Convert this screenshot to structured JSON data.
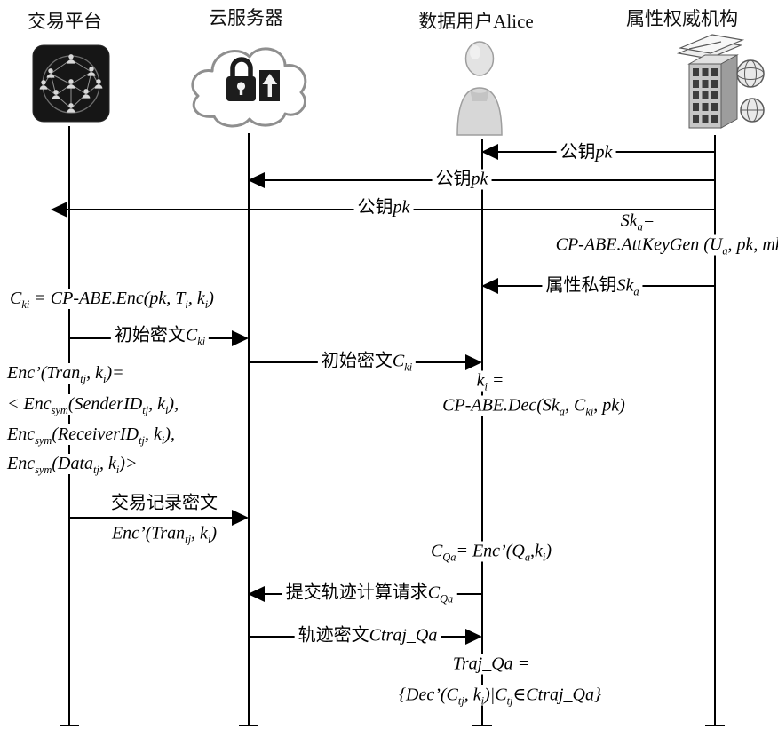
{
  "diagram": {
    "background": "#ffffff",
    "line_color": "#000000"
  },
  "actors": [
    {
      "name": "trading-platform",
      "label": "交易平台"
    },
    {
      "name": "cloud-server",
      "label": "云服务器"
    },
    {
      "name": "data-user-alice",
      "label": "数据用户Alice"
    },
    {
      "name": "attribute-authority",
      "label": "属性权威机构"
    }
  ],
  "messages": [
    {
      "from": "attribute-authority",
      "to": "data-user-alice",
      "zh": "公钥",
      "math": "pk"
    },
    {
      "from": "attribute-authority",
      "to": "cloud-server",
      "zh": "公钥",
      "math": "pk"
    },
    {
      "from": "attribute-authority",
      "to": "trading-platform",
      "zh": "公钥",
      "math": "pk"
    },
    {
      "from": "attribute-authority",
      "to": "data-user-alice",
      "zh": "属性私钥",
      "math": "Sk_{a}"
    },
    {
      "from": "trading-platform",
      "to": "cloud-server",
      "zh": "初始密文",
      "math": "C_{ki}"
    },
    {
      "from": "cloud-server",
      "to": "data-user-alice",
      "zh": "初始密文",
      "math": "C_{ki}"
    },
    {
      "from": "trading-platform",
      "to": "cloud-server",
      "zh": "交易记录密文",
      "math": "Enc’(Tran_{tj}, k_{i})"
    },
    {
      "from": "data-user-alice",
      "to": "cloud-server",
      "zh": "提交轨迹计算请求",
      "math": "C_{Qa}"
    },
    {
      "from": "cloud-server",
      "to": "data-user-alice",
      "zh": "轨迹密文",
      "math": "Ctraj_Qa"
    }
  ],
  "annotations": {
    "ska_keygen": {
      "line1": "Sk_{a}=",
      "line2": "CP-ABE.AttKeyGen (U_{a}, pk, mk)"
    },
    "cki_enc": {
      "line1": "C_{ki} = CP-ABE.Enc(pk, T_{i}, k_{i})"
    },
    "ki_dec": {
      "line1": "k_{i} =",
      "line2": "CP-ABE.Dec(Sk_{a}, C_{ki}, pk)"
    },
    "enc_tran": {
      "line1": "Enc’(Tran_{tj}, k_{i})=",
      "line2": "< Enc_{sym}(SenderID_{tj}, k_{i}),",
      "line3": "Enc_{sym}(ReceiverID_{tj}, k_{i}),",
      "line4": "Enc_{sym}(Data_{tj}, k_{i})>"
    },
    "cqa": {
      "line1": "C_{Qa}= Enc’(Q_{a},k_{i})"
    },
    "traj": {
      "line1": "Traj_Qa =",
      "line2": "{Dec’(C_{tj}, k_{i})|C_{tj}∈Ctraj_Qa}"
    }
  }
}
